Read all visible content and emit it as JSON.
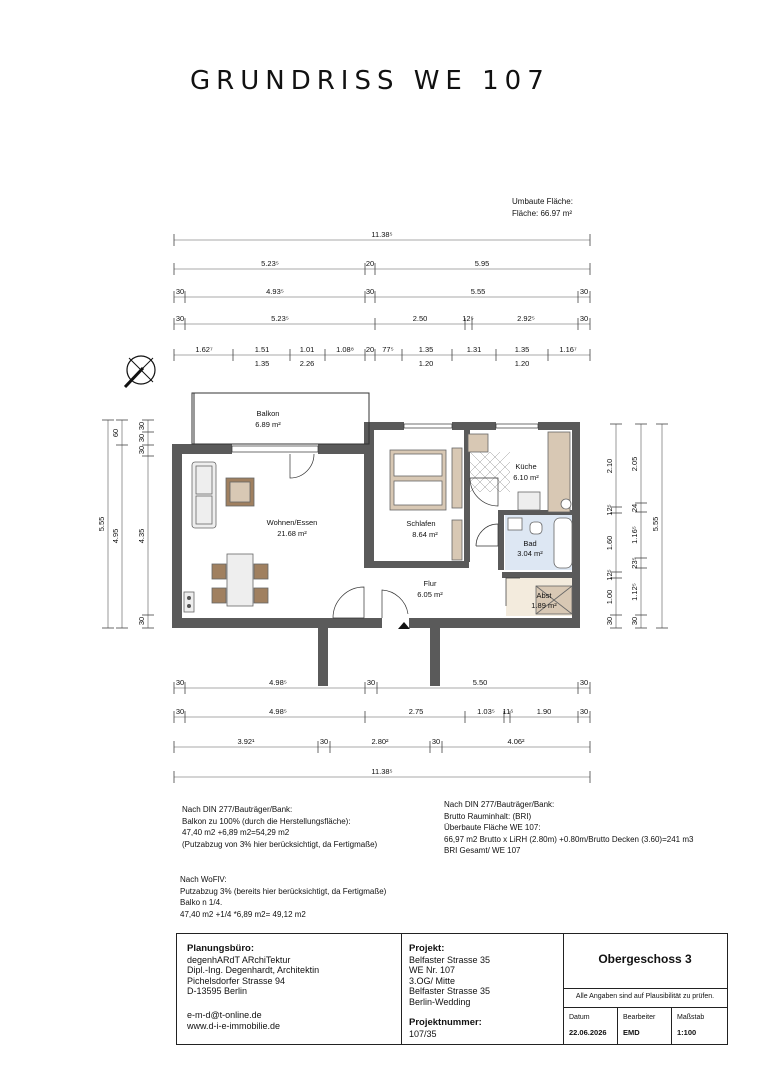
{
  "title": "GRUNDRISS WE 107",
  "umbaute": {
    "line1": "Umbaute Fläche:",
    "line2": "Fläche: 66.97 m²"
  },
  "dims_top": {
    "row1": [
      "11.38⁵"
    ],
    "row2": [
      "5.23⁵",
      "20",
      "5.95"
    ],
    "row3": [
      "30",
      "4.93⁵",
      "30",
      "5.55",
      "30"
    ],
    "row4": [
      "30",
      "5.23⁵",
      "2.50",
      "12⁵",
      "2.92⁵",
      "30"
    ],
    "row5_top": [
      "1.62⁷",
      "1.51",
      "1.01",
      "1.08⁸",
      "20",
      "77⁵",
      "1.35",
      "1.31",
      "1.35",
      "1.16⁷"
    ],
    "row5_bottom": [
      "1.35",
      "2.26",
      "1.20",
      "1.20"
    ]
  },
  "dims_bottom": {
    "row1": [
      "30",
      "4.98⁵",
      "30",
      "5.50",
      "30"
    ],
    "row2": [
      "30",
      "4.98⁵",
      "2.75",
      "1.03⁵",
      "11⁵",
      "1.90",
      "30"
    ],
    "row3": [
      "3.92¹",
      "30",
      "2.80²",
      "30",
      "4.06²"
    ],
    "row4": [
      "11.38⁵"
    ],
    "piers": [
      "30",
      "30"
    ]
  },
  "dims_left": {
    "total": "5.55",
    "a": [
      "60",
      "4.95"
    ],
    "b": [
      "30",
      "30",
      "30",
      "4.35",
      "30"
    ]
  },
  "dims_right": {
    "a": [
      "2.10",
      "12⁵",
      "1.60",
      "12⁵",
      "1.00",
      "30"
    ],
    "b": [
      "2.05",
      "24",
      "1.16⁵",
      "23⁵",
      "1.12⁵",
      "30"
    ],
    "total": "5.55"
  },
  "rooms": {
    "balkon": {
      "name": "Balkon",
      "area": "6.89 m²"
    },
    "wohnen": {
      "name": "Wohnen/Essen",
      "area": "21.68 m²"
    },
    "schlafen": {
      "name": "Schlafen",
      "area": "8.64 m²"
    },
    "kueche": {
      "name": "Küche",
      "area": "6.10 m²"
    },
    "bad": {
      "name": "Bad",
      "area": "3.04 m²"
    },
    "flur": {
      "name": "Flur",
      "area": "6.05 m²"
    },
    "abst": {
      "name": "Abst",
      "area": "1.89 m²"
    }
  },
  "notes_left": {
    "l1": "Nach DIN 277/Bauträger/Bank:",
    "l2": "Balkon zu 100% (durch die Herstellungsfläche):",
    "l3": "47,40 m2 +6,89 m2=54,29 m2",
    "l4": "(Putzabzug von 3% hier berücksichtigt, da Fertigmaße)"
  },
  "notes_right": {
    "l1": "Nach DIN 277/Bauträger/Bank:",
    "l2": "Brutto Rauminhalt: (BRI)",
    "l3": "Überbaute Fläche WE 107:",
    "l4": "66,97 m2 Brutto x LiRH (2.80m) +0.80m/Brutto Decken (3.60)=241 m3",
    "l5": "BRI Gesamt/ WE 107"
  },
  "notes_wofiv": {
    "l1": "Nach WoFlV:",
    "l2": "Putzabzug 3% (bereits hier berücksichtigt, da Fertigmaße)",
    "l3": "Balko n 1/4.",
    "l4": "47,40 m2 +1/4 *6,89 m2= 49,12 m2"
  },
  "titleblock": {
    "planung_header": "Planungsbüro:",
    "planung_lines": [
      "degenhARdT ARchiTektur",
      "Dipl.-Ing. Degenhardt, Architektin",
      "Pichelsdorfer Strasse 94",
      "D-13595 Berlin"
    ],
    "contact_lines": [
      "e-m-d@t-online.de",
      "www.d-i-e-immobilie.de"
    ],
    "projekt_header": "Projekt:",
    "projekt_lines": [
      "Belfaster Strasse 35",
      "WE Nr. 107",
      "3.OG/ Mitte",
      "Belfaster Strasse 35",
      " Berlin-Wedding"
    ],
    "projektnummer_header": "Projektnummer:",
    "projektnummer": "107/35",
    "geschoss": "Obergeschoss 3",
    "hinweis": "Alle Angaben sind auf Plausibilität zu prüfen.",
    "datum_label": "Datum",
    "datum": "22.06.2026",
    "bearbeiter_label": "Bearbeiter",
    "bearbeiter": "EMD",
    "massstab_label": "Maßstab",
    "massstab": "1:100"
  }
}
